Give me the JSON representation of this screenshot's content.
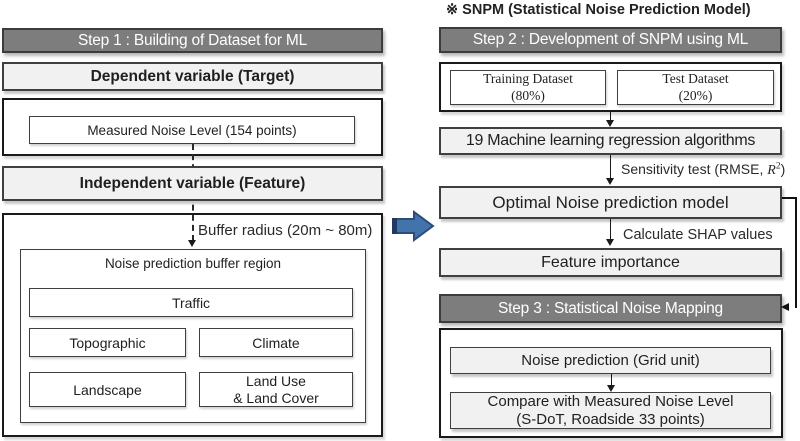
{
  "note": "※ SNPM (Statistical Noise Prediction Model)",
  "colors": {
    "header_bg": "#7d7d7d",
    "header_text": "#ffffff",
    "header_border": "#3c3c3c",
    "light_box_bg": "#f1f1f1",
    "box_border": "#3f3f3f",
    "outer_box_border": "#1a1a1a",
    "connector": "#111111",
    "blue_arrow_fill": "#4273ab",
    "blue_arrow_edge": "#2c4d77",
    "blue_arrow_shadow": "#1f3864"
  },
  "step1": {
    "title": "Step 1 : Building of Dataset for ML",
    "dependent": "Dependent variable (Target)",
    "measured": "Measured Noise Level (154 points)",
    "independent": "Independent variable (Feature)",
    "buffer_label": "Buffer radius (20m ~ 80m)",
    "region_title": "Noise prediction buffer region",
    "factor_traffic": "Traffic",
    "factor_topographic": "Topographic",
    "factor_climate": "Climate",
    "factor_landscape": "Landscape",
    "factor_landuse": "Land Use\n& Land Cover"
  },
  "step2": {
    "title": "Step 2 : Development of SNPM  using ML",
    "training": "Training Dataset\n(80%)",
    "test": "Test Dataset\n(20%)",
    "algorithms": "19 Machine learning regression algorithms",
    "sensitivity_prefix": "Sensitivity test (RMSE, ",
    "sensitivity_r": "R",
    "sensitivity_sup": "2",
    "sensitivity_suffix": ")",
    "optimal": "Optimal Noise prediction model",
    "shap_label": "Calculate SHAP values",
    "feature_importance": "Feature importance"
  },
  "step3": {
    "title": "Step 3 : Statistical Noise Mapping",
    "noise_prediction": "Noise prediction (Grid unit)",
    "compare": "Compare with Measured Noise Level\n(S-DoT, Roadside 33 points)"
  }
}
